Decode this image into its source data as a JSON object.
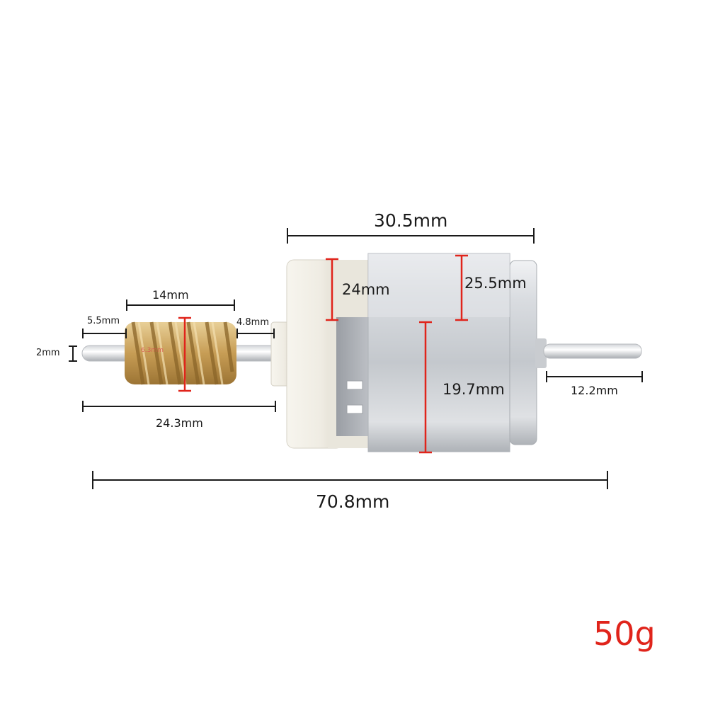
{
  "dimensions": {
    "body_length": "30.5mm",
    "endcap_height": "24mm",
    "can_height": "25.5mm",
    "can_width": "19.7mm",
    "worm_length": "14mm",
    "shaft_left": "5.5mm",
    "worm_gap": "4.8mm",
    "shaft_diameter": "2mm",
    "worm_diameter": "6.3mm",
    "front_assembly": "24.3mm",
    "rear_shaft": "12.2mm",
    "total_length": "70.8mm"
  },
  "weight": "50g",
  "colors": {
    "dimension_line": "#1a1a1a",
    "red_marker": "#e0241b",
    "brass": "#c9a464",
    "plastic": "#f2efe6",
    "metal": "#cfd3d8"
  }
}
